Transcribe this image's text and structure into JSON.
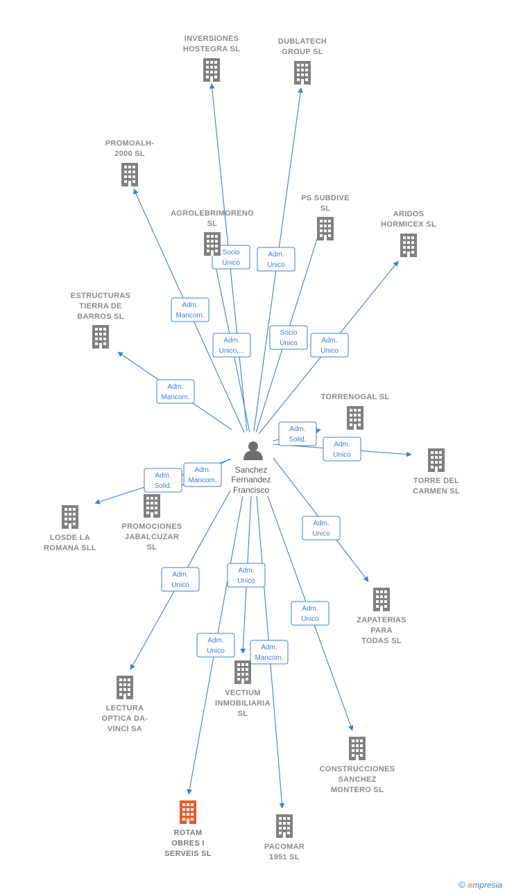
{
  "person": {
    "name_lines": [
      "Sanchez",
      "Fernandez",
      "Francisco"
    ],
    "icon": "person-icon"
  },
  "colors": {
    "edge": "#3b7fd4",
    "node": "#808080",
    "highlight": "#f05a28"
  },
  "companies": [
    {
      "id": "inversiones-hostegra",
      "lines": [
        "INVERSIONES",
        "HOSTEGRA  SL"
      ]
    },
    {
      "id": "dublatech-group",
      "lines": [
        "DUBLATECH",
        "GROUP  SL"
      ]
    },
    {
      "id": "promoalh-2000",
      "lines": [
        "PROMOALH-",
        "2000  SL"
      ]
    },
    {
      "id": "agrolebrimoreno",
      "lines": [
        "AGROLEBRIMORENO",
        "SL"
      ]
    },
    {
      "id": "ps-subdive",
      "lines": [
        "PS SUBDIVE",
        "SL"
      ]
    },
    {
      "id": "aridos-hormicex",
      "lines": [
        "ARIDOS",
        "HORMICEX SL"
      ]
    },
    {
      "id": "estructuras-tierra-de-barros",
      "lines": [
        "ESTRUCTURAS",
        "TIERRA DE",
        "BARROS SL"
      ]
    },
    {
      "id": "torrenogal",
      "lines": [
        "TORRENOGAL SL"
      ]
    },
    {
      "id": "torre-del-carmen",
      "lines": [
        "TORRE DEL",
        "CARMEN  SL"
      ]
    },
    {
      "id": "promociones-jabalcuzar",
      "lines": [
        "PROMOCIONES",
        "JABALCUZAR",
        "SL"
      ]
    },
    {
      "id": "losde-la-romana",
      "lines": [
        "LOSDE LA",
        "ROMANA SLL"
      ]
    },
    {
      "id": "zapaterias-para-todas",
      "lines": [
        "ZAPATERIAS",
        "PARA",
        "TODAS SL"
      ]
    },
    {
      "id": "lectura-optica-da-vinci",
      "lines": [
        "LECTURA",
        "OPTICA DA-",
        "VINCI SA"
      ]
    },
    {
      "id": "vectium-inmobiliaria",
      "lines": [
        "VECTIUM",
        "INMOBILIARIA",
        "SL"
      ]
    },
    {
      "id": "construcciones-sanchez-montero",
      "lines": [
        "CONSTRUCCIONES",
        "SANCHEZ",
        "MONTERO  SL"
      ]
    },
    {
      "id": "rotam-obres-i-serveis",
      "lines": [
        "ROTAM",
        "OBRES I",
        "SERVEIS  SL"
      ],
      "highlight": true
    },
    {
      "id": "pacomar-1951",
      "lines": [
        "PACOMAR",
        "1951  SL"
      ]
    }
  ],
  "edges": [
    {
      "to": "inversiones-hostegra",
      "label": [
        "Socio",
        "Único"
      ]
    },
    {
      "to": "dublatech-group",
      "label": [
        "Adm.",
        "Unico"
      ]
    },
    {
      "to": "promoalh-2000",
      "label": [
        "Adm.",
        "Mancom."
      ]
    },
    {
      "to": "agrolebrimoreno",
      "label": [
        "Adm.",
        "Unico,..."
      ]
    },
    {
      "to": "ps-subdive",
      "label": [
        "Socio",
        "Único"
      ]
    },
    {
      "to": "aridos-hormicex",
      "label": [
        "Adm.",
        "Unico"
      ]
    },
    {
      "to": "estructuras-tierra-de-barros",
      "label": [
        "Adm.",
        "Mancom."
      ]
    },
    {
      "to": "torrenogal",
      "label": [
        "Adm.",
        "Solid."
      ]
    },
    {
      "to": "torre-del-carmen",
      "label": [
        "Adm.",
        "Unico"
      ]
    },
    {
      "to": "promociones-jabalcuzar",
      "label": [
        "Adm.",
        "Mancom."
      ]
    },
    {
      "to": "losde-la-romana",
      "label": [
        "Adm.",
        "Solid."
      ]
    },
    {
      "to": "zapaterias-para-todas",
      "label": [
        "Adm.",
        "Unico"
      ]
    },
    {
      "to": "lectura-optica-da-vinci",
      "label": [
        "Adm.",
        "Unico"
      ]
    },
    {
      "to": "vectium-inmobiliaria",
      "label": [
        "Adm.",
        "Unico"
      ]
    },
    {
      "to": "construcciones-sanchez-montero",
      "label": [
        "Adm.",
        "Unico"
      ]
    },
    {
      "to": "rotam-obres-i-serveis",
      "label": [
        "Adm.",
        "Unico"
      ]
    },
    {
      "to": "pacomar-1951",
      "label": [
        "Adm.",
        "Mancom."
      ]
    }
  ],
  "brand": {
    "copyright": "©",
    "e": "e",
    "rest": "mpresia"
  }
}
